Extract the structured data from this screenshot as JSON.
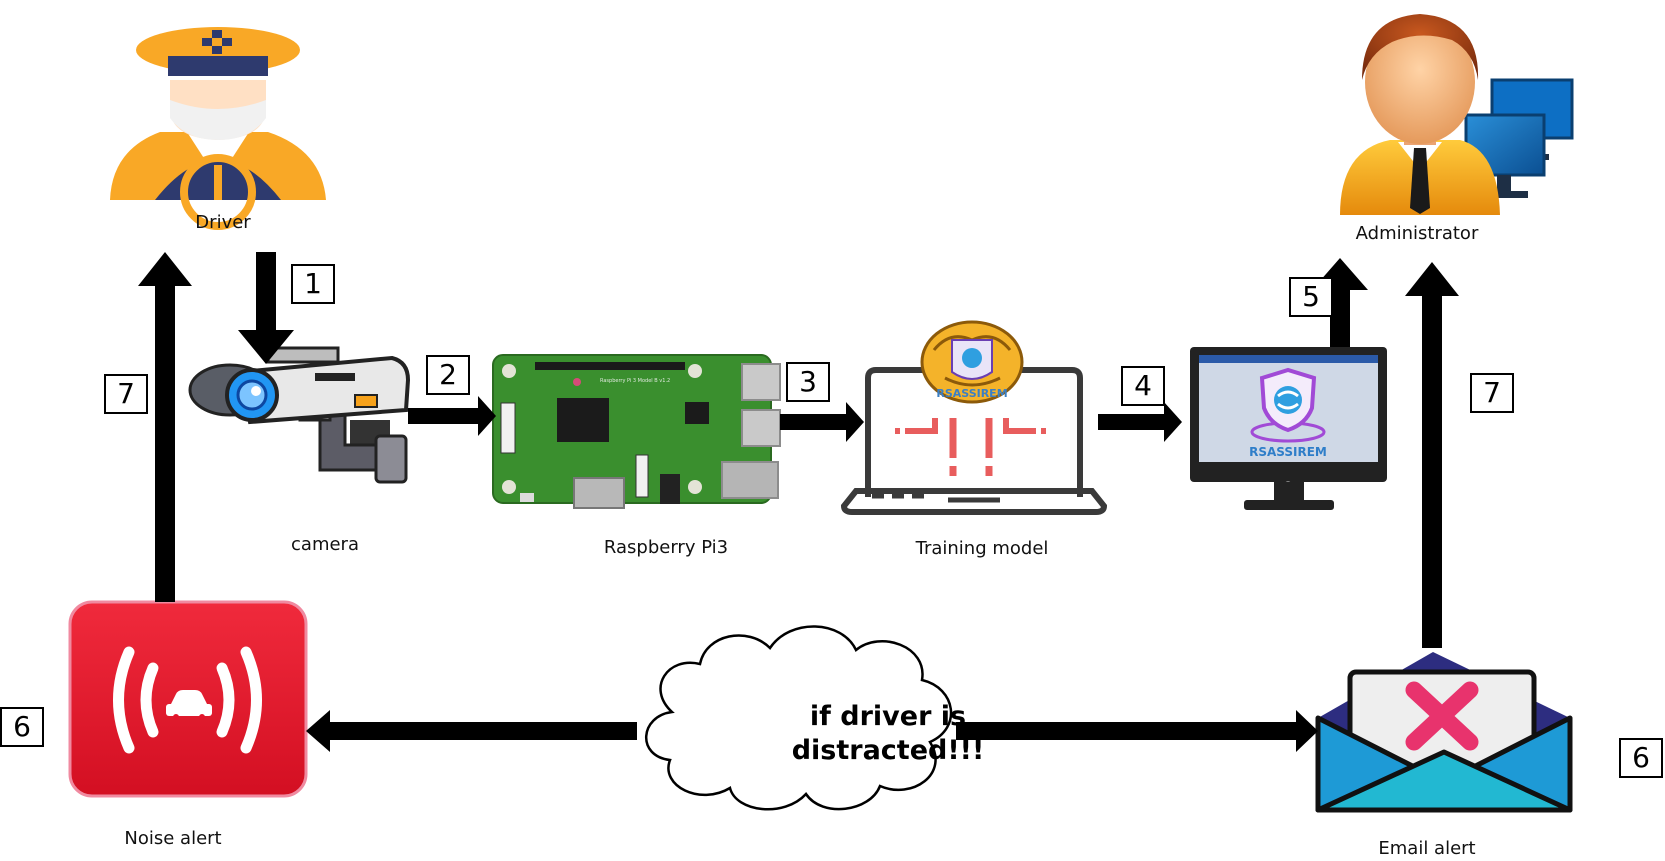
{
  "nodes": {
    "driver": "Driver",
    "camera": "camera",
    "raspberry": "Raspberry Pi3",
    "training": "Training model",
    "administrator": "Administrator",
    "noise_alert": "Noise alert",
    "email_alert": "Email alert"
  },
  "steps": {
    "s1": "1",
    "s2": "2",
    "s3": "3",
    "s4": "4",
    "s5": "5",
    "s6_left": "6",
    "s6_right": "6",
    "s7_left": "7",
    "s7_right": "7"
  },
  "cloud": {
    "line1": "if driver is",
    "line2": "distracted!!!"
  },
  "branding": {
    "logo_text": "RSASSIREM",
    "monitor_app_text": "RSASSIREM"
  },
  "colors": {
    "arrow": "#000000",
    "alert_red": "#e2152b",
    "driver_orange": "#f9a826",
    "driver_navy": "#2e3a6e",
    "rpi_green": "#3a8f2e",
    "envelope_blue": "#1e9ad6",
    "cross_pink": "#e8336d"
  }
}
